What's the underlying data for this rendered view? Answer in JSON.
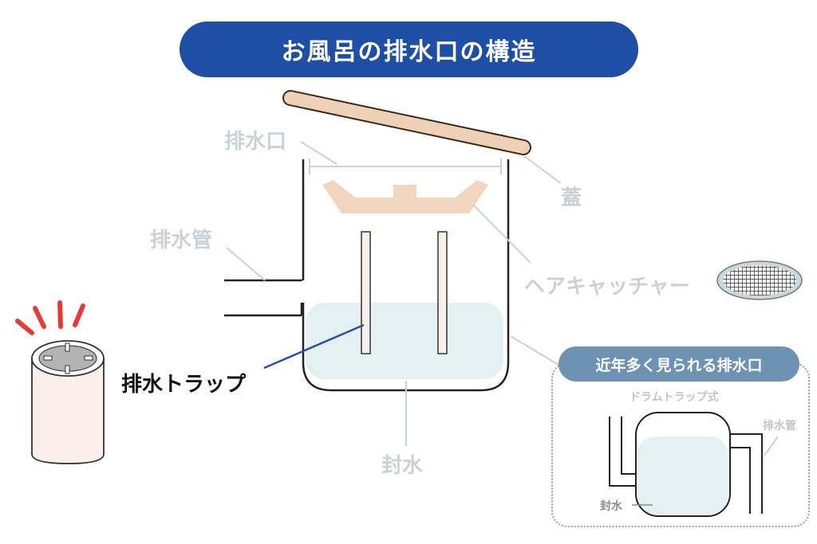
{
  "title": "お風呂の排水口の構造",
  "labels": {
    "drain_outlet": "排水口",
    "lid": "蓋",
    "drain_pipe": "排水管",
    "hair_catcher": "ヘアキャッチャー",
    "drain_trap": "排水トラップ",
    "water_seal": "封水"
  },
  "inset": {
    "title": "近年多く見られる排水口",
    "subtitle": "ドラムトラップ式",
    "drain_pipe": "排水管",
    "water_seal": "封水"
  },
  "colors": {
    "title_bg": "#1f4ea6",
    "inset_title_bg": "#6d92b3",
    "lid": "#eed1b6",
    "water": "#e4f1f3",
    "label": "#c7d3d9",
    "highlight_line": "#2e4ea2",
    "alert_marks": "#e53b36"
  }
}
